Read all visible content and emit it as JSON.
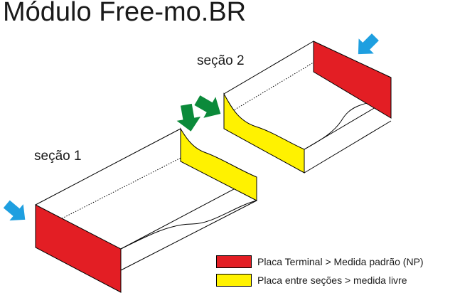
{
  "title": "Módulo Free-mo.BR",
  "sections": {
    "section_1": "seção 1",
    "section_2": "seção 2"
  },
  "legend": [
    {
      "label": "Placa Terminal > Medida padrão (NP)",
      "color": "#e31e24"
    },
    {
      "label": "Placa entre seções > medida livre",
      "color": "#fff200"
    }
  ],
  "colors": {
    "terminal_plate": "#e31e24",
    "section_plate": "#fff200",
    "outer_arrow": "#1e9fe0",
    "joint_arrow": "#0b8a3a"
  }
}
